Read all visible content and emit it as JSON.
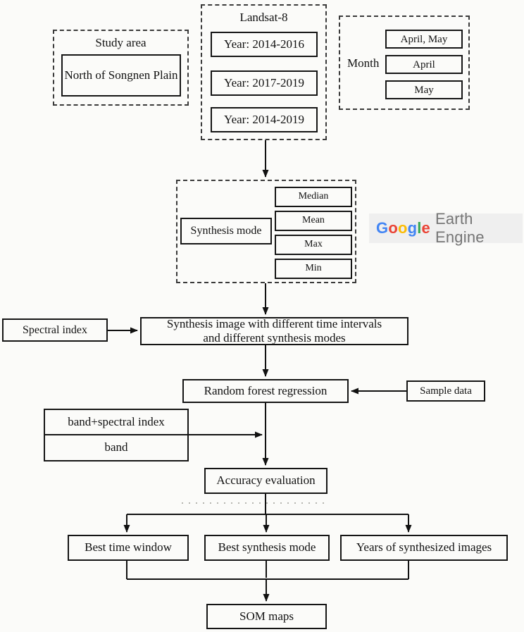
{
  "study_area": {
    "label": "Study area",
    "value": "North of Songnen Plain"
  },
  "landsat": {
    "label": "Landsat-8",
    "years": [
      "Year: 2014-2016",
      "Year: 2017-2019",
      "Year: 2014-2019"
    ]
  },
  "month": {
    "label": "Month",
    "options": [
      "April, May",
      "April",
      "May"
    ]
  },
  "synthesis_mode": {
    "label": "Synthesis mode",
    "modes": [
      "Median",
      "Mean",
      "Max",
      "Min"
    ]
  },
  "gee_logo": {
    "letters": [
      {
        "char": "G",
        "color": "#4285F4"
      },
      {
        "char": "o",
        "color": "#EA4335"
      },
      {
        "char": "o",
        "color": "#FBBC05"
      },
      {
        "char": "g",
        "color": "#4285F4"
      },
      {
        "char": "l",
        "color": "#34A853"
      },
      {
        "char": "e",
        "color": "#EA4335"
      }
    ],
    "suffix": "Earth Engine",
    "suffix_color": "#757575",
    "background": "#efefef"
  },
  "flow": {
    "synthesis_image_line1": "Synthesis image with different time intervals",
    "synthesis_image_line2": "and different synthesis modes",
    "spectral_index": "Spectral index",
    "random_forest": "Random forest regression",
    "sample_data": "Sample data",
    "band_spectral_index": "band+spectral index",
    "band": "band",
    "accuracy_evaluation": "Accuracy evaluation",
    "best_time_window": "Best time window",
    "best_synthesis_mode": "Best synthesis mode",
    "years_of_synthesized_images": "Years of synthesized images",
    "som_maps": "SOM maps"
  }
}
